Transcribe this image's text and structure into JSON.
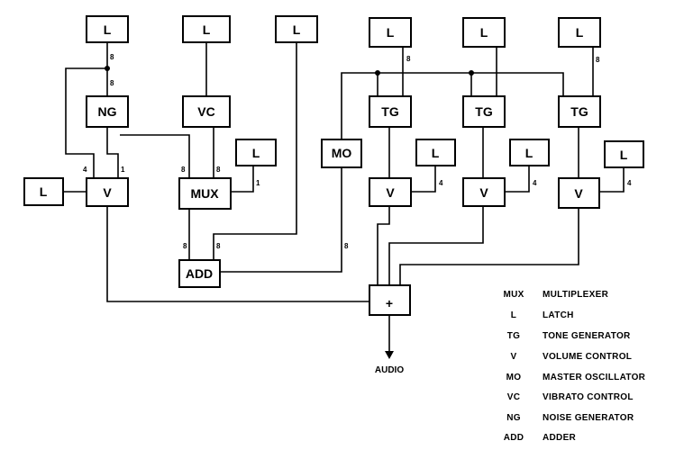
{
  "blocks": {
    "latch_ng": "L",
    "latch_vc": "L",
    "latch_add": "L",
    "latch_tg1": "L",
    "latch_tg2": "L",
    "latch_tg3": "L",
    "latch_mux": "L",
    "latch_vol_left": "L",
    "latch_vol1": "L",
    "latch_vol2": "L",
    "latch_vol3": "L",
    "ng": "NG",
    "vc": "VC",
    "mo": "MO",
    "tg1": "TG",
    "tg2": "TG",
    "tg3": "TG",
    "v_left": "V",
    "mux": "MUX",
    "v1": "V",
    "v2": "V",
    "v3": "V",
    "add": "ADD",
    "sum": "+"
  },
  "bus_widths": {
    "ng_latch_top": "8",
    "ng_latch_bottom": "8",
    "tg1_latch": "8",
    "tg3_latch": "8",
    "vleft_in_a": "4",
    "vleft_in_b": "1",
    "mux_in_a": "8",
    "mux_in_b": "8",
    "mux_latch": "1",
    "v1_latch": "4",
    "v2_latch": "4",
    "v3_latch": "4",
    "add_in_a": "8",
    "add_in_b": "8",
    "mo_out": "8"
  },
  "output_label": "AUDIO",
  "legend": [
    {
      "abbr": "MUX",
      "desc": "MULTIPLEXER"
    },
    {
      "abbr": "L",
      "desc": "LATCH"
    },
    {
      "abbr": "TG",
      "desc": "TONE GENERATOR"
    },
    {
      "abbr": "V",
      "desc": "VOLUME CONTROL"
    },
    {
      "abbr": "MO",
      "desc": "MASTER OSCILLATOR"
    },
    {
      "abbr": "VC",
      "desc": "VIBRATO CONTROL"
    },
    {
      "abbr": "NG",
      "desc": "NOISE GENERATOR"
    },
    {
      "abbr": "ADD",
      "desc": "ADDER"
    }
  ]
}
